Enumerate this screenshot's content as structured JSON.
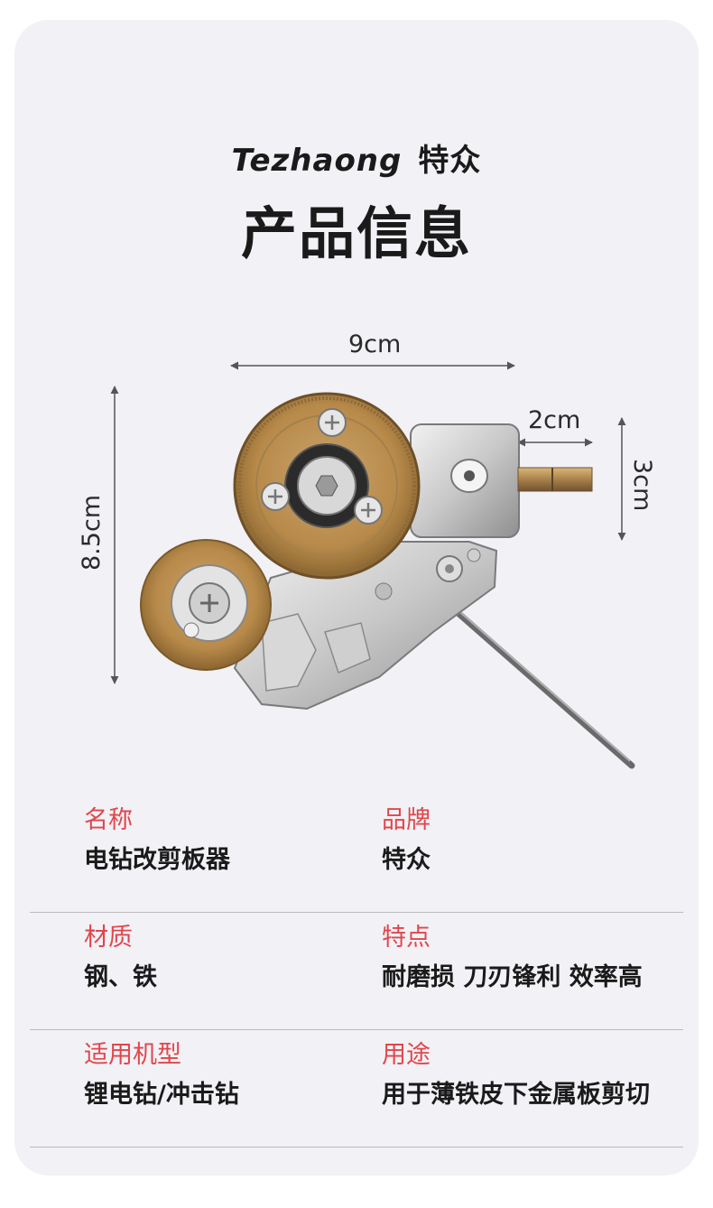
{
  "header": {
    "brand_latin": "Tezhaong",
    "brand_cn": "特众",
    "title": "产品信息"
  },
  "dimensions": {
    "width": "9cm",
    "shank_length": "2cm",
    "shank_height": "3cm",
    "height": "8.5cm"
  },
  "colors": {
    "card_background": "#f1f1f6",
    "label_red": "#e0464b",
    "text_dark": "#1a1a1a",
    "divider": "#b9b9be",
    "blade_bronze": "#b88a4a"
  },
  "specs": [
    {
      "left": {
        "label": "名称",
        "value": "电钻改剪板器"
      },
      "right": {
        "label": "品牌",
        "value": "特众"
      }
    },
    {
      "left": {
        "label": "材质",
        "value": "钢、铁"
      },
      "right": {
        "label": "特点",
        "value": "耐磨损 刀刃锋利 效率高"
      }
    },
    {
      "left": {
        "label": "适用机型",
        "value": "锂电钻/冲击钻"
      },
      "right": {
        "label": "用途",
        "value": "用于薄铁皮下金属板剪切"
      }
    }
  ]
}
